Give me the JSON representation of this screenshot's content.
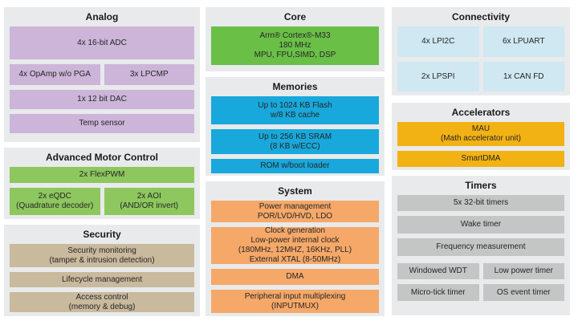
{
  "colors": {
    "panel": "#e8eaec",
    "purple": "#ccb5d8",
    "coreGreen": "#6abf47",
    "amcGreen": "#8dc75e",
    "tan": "#c9b99d",
    "blue": "#18a8db",
    "orange": "#f5a868",
    "lightBlue": "#cfe8f2",
    "amber": "#f2b214",
    "gray": "#c4c5c5",
    "headerText": "#1a1a1a",
    "blockText": "#262626"
  },
  "panels": {
    "analog": {
      "title": "Analog",
      "blocks": {
        "adc": "4x 16-bit ADC",
        "opamp": "4x OpAmp w/o PGA",
        "lpcmp": "3x LPCMP",
        "dac": "1x 12 bit DAC",
        "temp": "Temp sensor"
      }
    },
    "amc": {
      "title": "Advanced Motor Control",
      "blocks": {
        "flexpwm": "2x FlexPWM",
        "eqdc": "2x eQDC\n(Quadrature decoder)",
        "aoi": "2x AOI\n(AND/OR invert)"
      }
    },
    "security": {
      "title": "Security",
      "blocks": {
        "monitoring": "Security monitoring\n(tamper & intrusion detection)",
        "lifecycle": "Lifecycle management",
        "access": "Access control\n(memory & debug)"
      }
    },
    "core": {
      "title": "Core",
      "blocks": {
        "cpu": "Arm® Cortex®-M33\n180 MHz\nMPU, FPU,SIMD, DSP"
      }
    },
    "memories": {
      "title": "Memories",
      "blocks": {
        "flash": "Up to 1024 KB Flash\nw/8 KB cache",
        "sram": "Up to 256 KB SRAM\n(8 KB w/ECC)",
        "rom": "ROM w/boot loader"
      }
    },
    "system": {
      "title": "System",
      "blocks": {
        "power": "Power management\nPOR/LVD/HVD, LDO",
        "clock": "Clock generation\nLow-power internal clock\n(180MHz, 12MHZ, 16KHz, PLL)\nExternal XTAL (8-50MHz)",
        "dma": "DMA",
        "inputmux": "Peripheral input multiplexing\n(INPUTMUX)"
      }
    },
    "connectivity": {
      "title": "Connectivity",
      "blocks": {
        "lpi2c": "4x LPI2C",
        "lpuart": "6x LPUART",
        "lpspi": "2x LPSPI",
        "canfd": "1x CAN FD"
      }
    },
    "accelerators": {
      "title": "Accelerators",
      "blocks": {
        "mau": "MAU\n(Math accelerator unit)",
        "smartdma": "SmartDMA"
      }
    },
    "timers": {
      "title": "Timers",
      "blocks": {
        "timers32": "5x 32-bit timers",
        "wake": "Wake timer",
        "freq": "Frequency measurement",
        "wdt": "Windowed WDT",
        "lptimer": "Low power timer",
        "microtick": "Micro-tick timer",
        "osevent": "OS event timer"
      }
    }
  }
}
